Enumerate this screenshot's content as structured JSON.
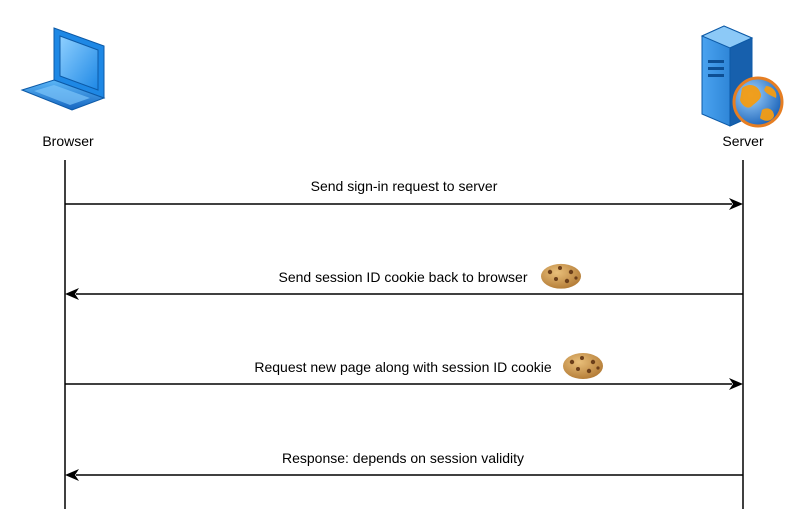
{
  "actors": {
    "browser": {
      "label": "Browser",
      "icon": "laptop-icon"
    },
    "server": {
      "label": "Server",
      "icon": "web-server-icon"
    }
  },
  "messages": [
    {
      "label": "Send sign-in request to server",
      "from": "browser",
      "to": "server",
      "cookie": false
    },
    {
      "label": "Send session ID cookie back to browser",
      "from": "server",
      "to": "browser",
      "cookie": true
    },
    {
      "label": "Request new page along with session ID cookie",
      "from": "browser",
      "to": "server",
      "cookie": true
    },
    {
      "label": "Response: depends on session validity",
      "from": "server",
      "to": "browser",
      "cookie": false
    }
  ],
  "colors": {
    "line": "#000000",
    "laptop_blue": "#1e88e5",
    "laptop_light": "#64b5f6",
    "cookie": "#d4a056",
    "cookie_chip": "#6b3e1a",
    "globe_orange": "#f39c12",
    "globe_blue": "#2e86de"
  }
}
